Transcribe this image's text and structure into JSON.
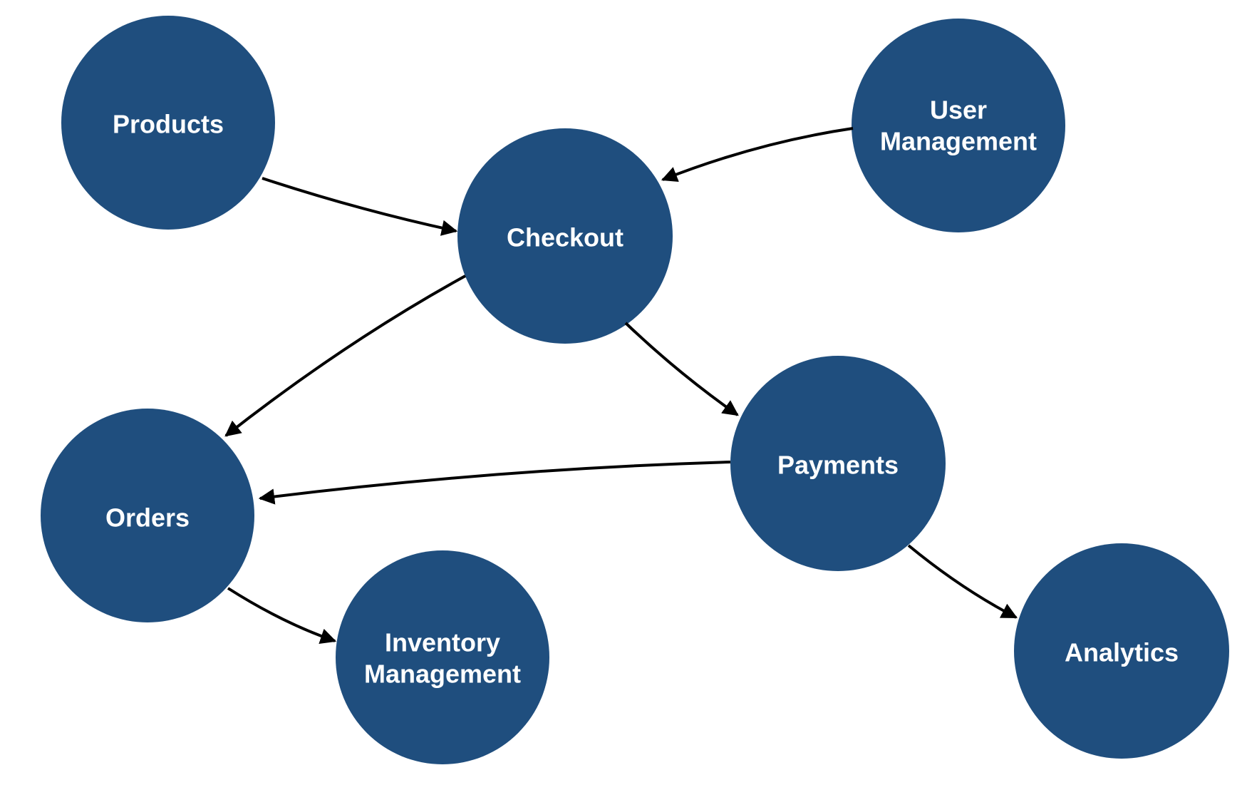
{
  "diagram": {
    "type": "directed-graph",
    "title": "",
    "background": "#ffffff",
    "colors": {
      "node_fill": "#1f4e7e",
      "node_text": "#ffffff",
      "edge_stroke": "#000000"
    },
    "nodes": [
      {
        "id": "products",
        "label": "Products"
      },
      {
        "id": "user-management",
        "label": "User Management",
        "label_lines": [
          "User",
          "Management"
        ]
      },
      {
        "id": "checkout",
        "label": "Checkout"
      },
      {
        "id": "orders",
        "label": "Orders"
      },
      {
        "id": "payments",
        "label": "Payments"
      },
      {
        "id": "inventory-management",
        "label": "Inventory Management",
        "label_lines": [
          "Inventory",
          "Management"
        ]
      },
      {
        "id": "analytics",
        "label": "Analytics"
      }
    ],
    "edges": [
      {
        "from": "Products",
        "to": "Checkout"
      },
      {
        "from": "User Management",
        "to": "Checkout"
      },
      {
        "from": "Checkout",
        "to": "Orders"
      },
      {
        "from": "Checkout",
        "to": "Payments"
      },
      {
        "from": "Payments",
        "to": "Orders"
      },
      {
        "from": "Orders",
        "to": "Inventory Management"
      },
      {
        "from": "Payments",
        "to": "Analytics"
      }
    ]
  }
}
